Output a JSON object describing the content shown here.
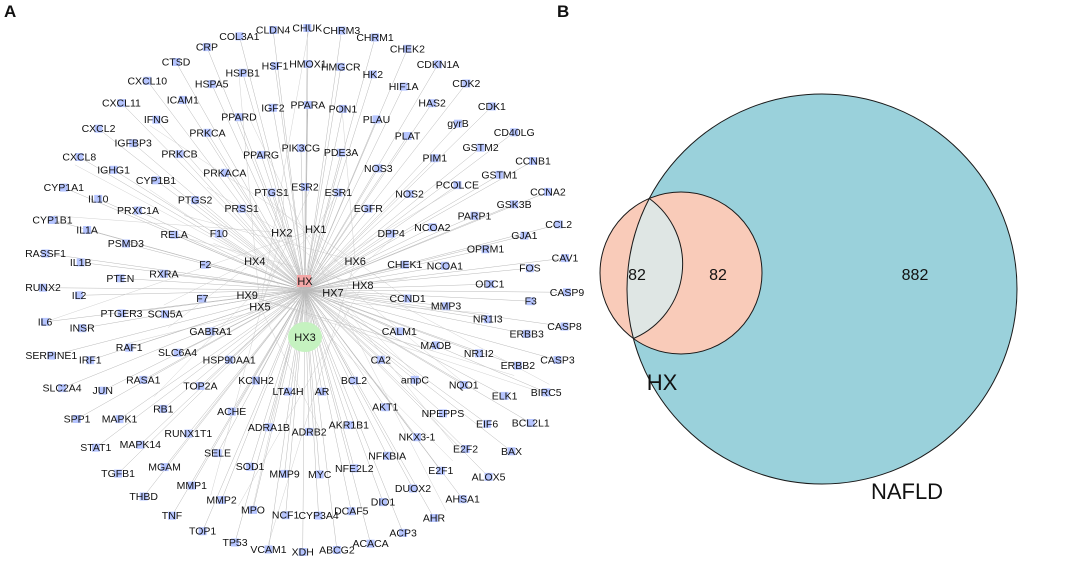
{
  "panels": {
    "a": {
      "letter": "A",
      "hub": "HX3",
      "herbs": [
        "HX1",
        "HX2",
        "HX4",
        "HX5",
        "HX6",
        "HX7",
        "HX8",
        "HX9"
      ],
      "herb_group": "HX",
      "targets": [
        [
          "CRP",
          "COL3A1",
          "CLDN4",
          "CHUK",
          "CHRM3",
          "CHRM1",
          "CHEK2",
          "CDKN1A",
          "CDK2",
          "CDK1",
          "CD40LG",
          "CCNB1",
          "CCNA2",
          "CCL2",
          "CAV1",
          "CASP9",
          "CASP8",
          "CASP3",
          "BIRC5",
          "BCL2L1",
          "BAX",
          "ALOX5",
          "AHSA1",
          "AHR",
          "ACP3",
          "ACACA",
          "ABCG2",
          "XDH",
          "VCAM1",
          "TP53",
          "TOP1",
          "TNF",
          "THBD",
          "TGFB1",
          "STAT1",
          "SPP1",
          "SLC2A4",
          "SERPINE1",
          "IL6",
          "RUNX2",
          "RASSF1",
          "CYP1B1",
          "CYP1A1",
          "CXCL8",
          "CXCL2",
          "CXCL11",
          "CXCL10",
          "CTSD"
        ],
        [
          "HSPB1",
          "HSF1",
          "HMOX1",
          "HMGCR",
          "HK2",
          "HIF1A",
          "HAS2",
          "gyrB",
          "GSTM2",
          "GSTM1",
          "GSK3B",
          "GJA1",
          "FOS",
          "F3",
          "ERBB3",
          "ERBB2",
          "ELK1",
          "EIF6",
          "E2F2",
          "E2F1",
          "DUOX2",
          "DIO1",
          "DCAF5",
          "CYP3A4",
          "NCF1",
          "MPO",
          "MMP2",
          "MMP1",
          "MGAM",
          "MAPK14",
          "MAPK1",
          "JUN",
          "IRF1",
          "INSR",
          "IL2",
          "IL1B",
          "IL1A",
          "IL10",
          "IGHG1",
          "IGFBP3",
          "IFNG",
          "ICAM1",
          "HSPA5"
        ],
        [
          "IGF2",
          "PPARA",
          "PON1",
          "PLAU",
          "PLAT",
          "PIM1",
          "PCOLCE",
          "PARP1",
          "OPRM1",
          "ODC1",
          "NR1I3",
          "NR1I2",
          "NQO1",
          "NPEPPS",
          "NKX3-1",
          "NFKBIA",
          "NFE2L2",
          "MYC",
          "MMP9",
          "SOD1",
          "SELE",
          "RUNX1T1",
          "RB1",
          "RASA1",
          "RAF1",
          "PTGER3",
          "PTEN",
          "PSMD3",
          "PRXC1A",
          "CYP1B1",
          "PRKCB",
          "PRKCA",
          "PPARD"
        ],
        [
          "PPARG",
          "PIK3CG",
          "PDE3A",
          "NOS3",
          "NOS2",
          "NCOA2",
          "NCOA1",
          "MMP3",
          "MAOB",
          "ampC",
          "AKT1",
          "AKR1B1",
          "ADRB2",
          "ADRA1B",
          "ACHE",
          "TOP2A",
          "SLC6A4",
          "SCN5A",
          "RXRA",
          "RELA",
          "PTGS2",
          "PRKACA"
        ],
        [
          "ESR2",
          "ESR1",
          "EGFR",
          "DPP4",
          "CHEK1",
          "CCND1",
          "CALM1",
          "CA2",
          "BCL2",
          "AR",
          "LTA4H",
          "KCNH2",
          "HSP90AA1",
          "GABRA1",
          "F7",
          "F2",
          "F10",
          "PRSS1",
          "PTGS1"
        ]
      ]
    },
    "b": {
      "letter": "B",
      "sets": [
        {
          "name": "HX",
          "only": "82",
          "color": "#f9cbb9"
        },
        {
          "name": "NAFLD",
          "only": "882",
          "color": "#9ad1db"
        }
      ],
      "overlap": "82",
      "overlap_color": "#dfe6e4"
    }
  }
}
